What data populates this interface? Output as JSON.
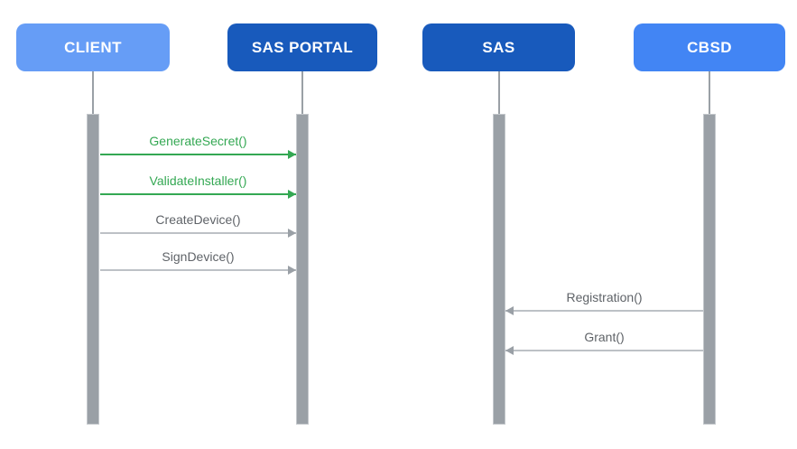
{
  "diagram": {
    "type": "sequence-diagram",
    "actors": [
      {
        "label": "CLIENT",
        "color": "#669DF6"
      },
      {
        "label": "SAS PORTAL",
        "color": "#185ABC"
      },
      {
        "label": "SAS",
        "color": "#185ABC"
      },
      {
        "label": "CBSD",
        "color": "#4285F4"
      }
    ],
    "messages": [
      {
        "label": "GenerateSecret()",
        "from": "CLIENT",
        "to": "SAS PORTAL",
        "direction": "right",
        "color": "#34A853"
      },
      {
        "label": "ValidateInstaller()",
        "from": "CLIENT",
        "to": "SAS PORTAL",
        "direction": "right",
        "color": "#34A853"
      },
      {
        "label": "CreateDevice()",
        "from": "CLIENT",
        "to": "SAS PORTAL",
        "direction": "right",
        "color": "#5F6368"
      },
      {
        "label": "SignDevice()",
        "from": "CLIENT",
        "to": "SAS PORTAL",
        "direction": "right",
        "color": "#5F6368"
      },
      {
        "label": "Registration()",
        "from": "CBSD",
        "to": "SAS",
        "direction": "left",
        "color": "#5F6368"
      },
      {
        "label": "Grant()",
        "from": "CBSD",
        "to": "SAS",
        "direction": "left",
        "color": "#5F6368"
      }
    ],
    "colors": {
      "lifeline_gray": "#9AA0A6",
      "arrow_line_gray": "#BDC1C6",
      "arrow_green": "#34A853",
      "label_gray": "#5F6368"
    }
  }
}
